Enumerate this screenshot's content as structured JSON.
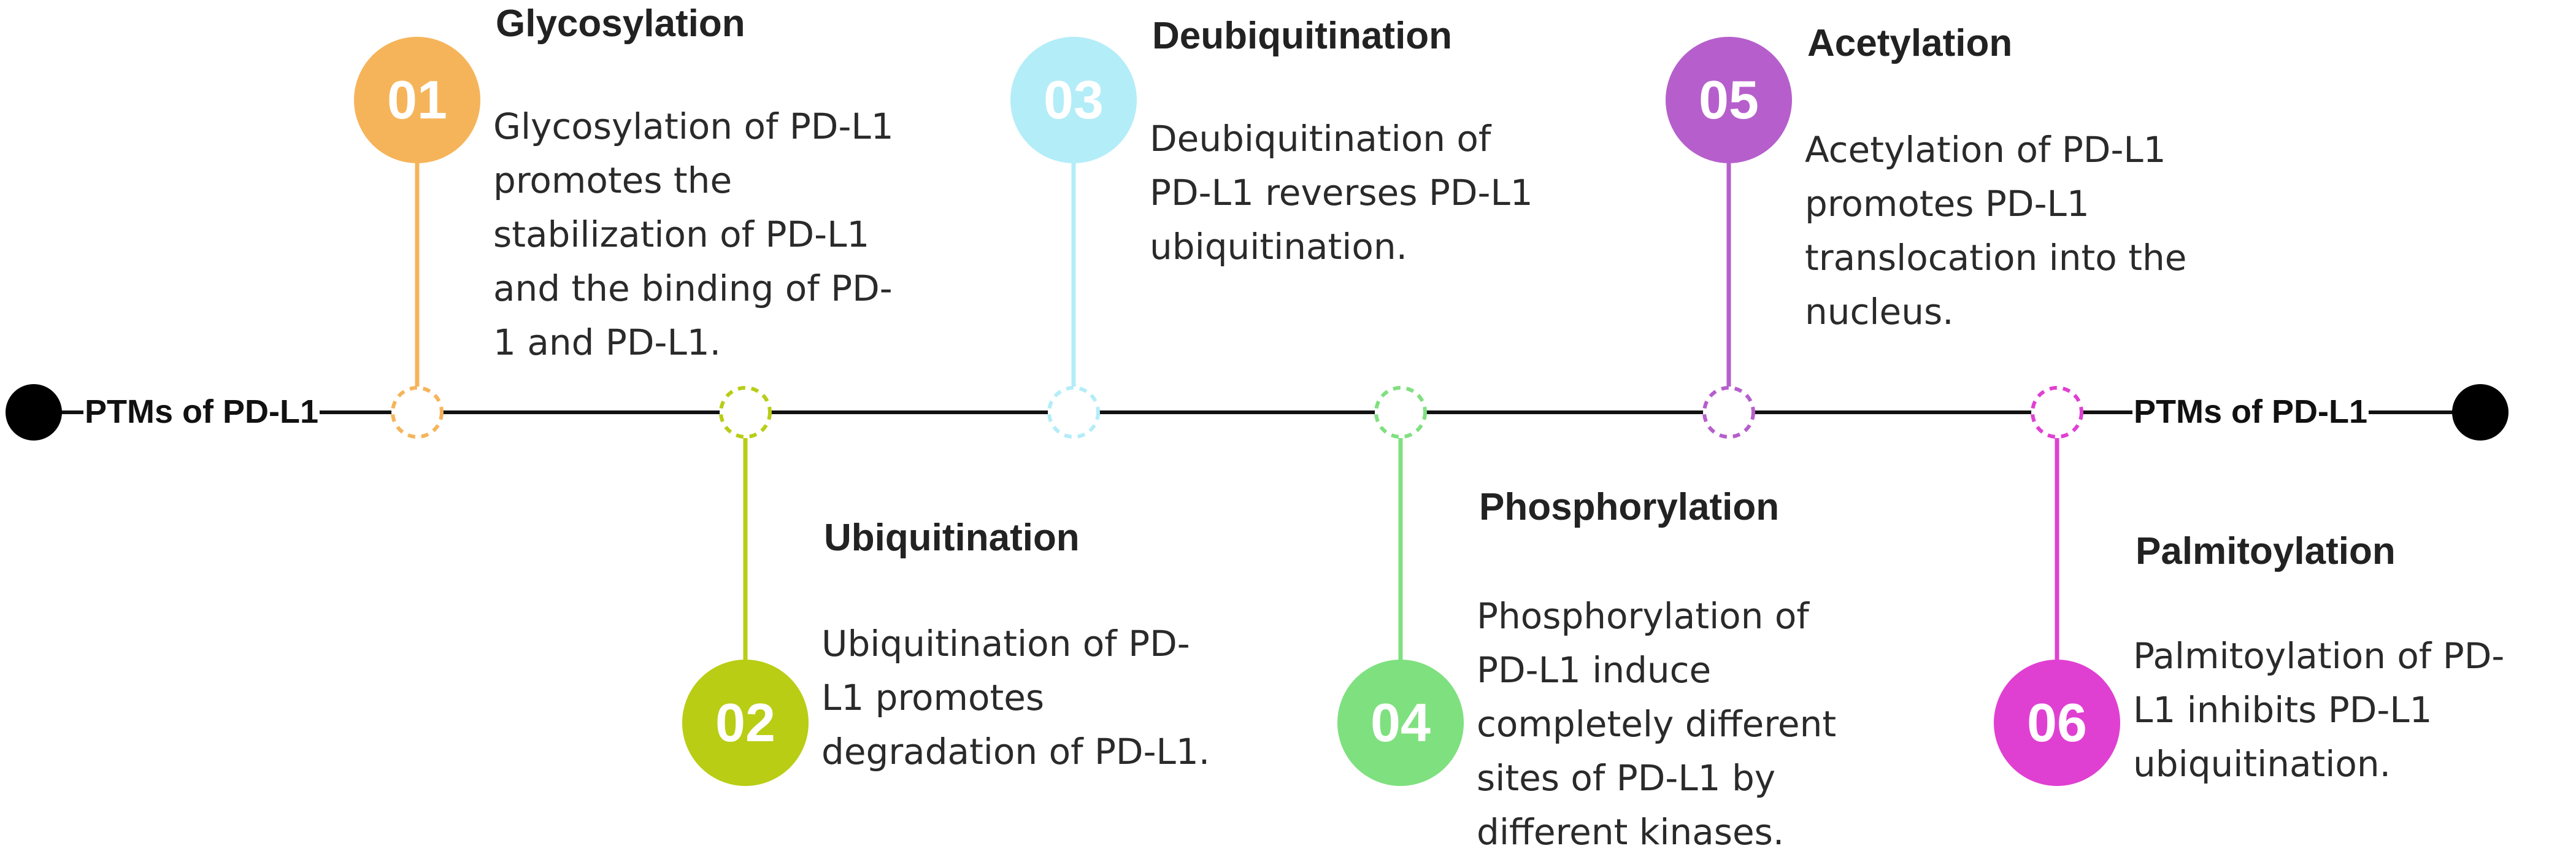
{
  "timeline": {
    "start_label": "PTMs of PD-L1",
    "end_label": "PTMs of PD-L1",
    "line_color": "#111111"
  },
  "events": [
    {
      "number": "01",
      "title": "Glycosylation",
      "description": "Glycosylation of PD-L1\npromotes the\nstabilization of PD-L1\nand the binding of PD-\n1 and PD-L1.",
      "color": "#f6b45a",
      "position": "above"
    },
    {
      "number": "02",
      "title": "Ubiquitination",
      "description": "Ubiquitination of PD-\nL1 promotes\ndegradation of PD-L1.",
      "color": "#b8cd14",
      "position": "below"
    },
    {
      "number": "03",
      "title": "Deubiquitination",
      "description": "Deubiquitination of\nPD-L1 reverses PD-L1\nubiquitination.",
      "color": "#b3edf8",
      "position": "above"
    },
    {
      "number": "04",
      "title": "Phosphorylation",
      "description": "Phosphorylation of\nPD-L1 induce\ncompletely different\nsites of PD-L1 by\ndifferent kinases.",
      "color": "#7fe07f",
      "position": "below"
    },
    {
      "number": "05",
      "title": "Acetylation",
      "description": "Acetylation of PD-L1\npromotes PD-L1\ntranslocation into the\nnucleus.",
      "color": "#b65fcc",
      "position": "above"
    },
    {
      "number": "06",
      "title": "Palmitoylation",
      "description": "Palmitoylation of PD-\nL1 inhibits PD-L1\nubiquitination.",
      "color": "#e040d2",
      "position": "below"
    }
  ]
}
